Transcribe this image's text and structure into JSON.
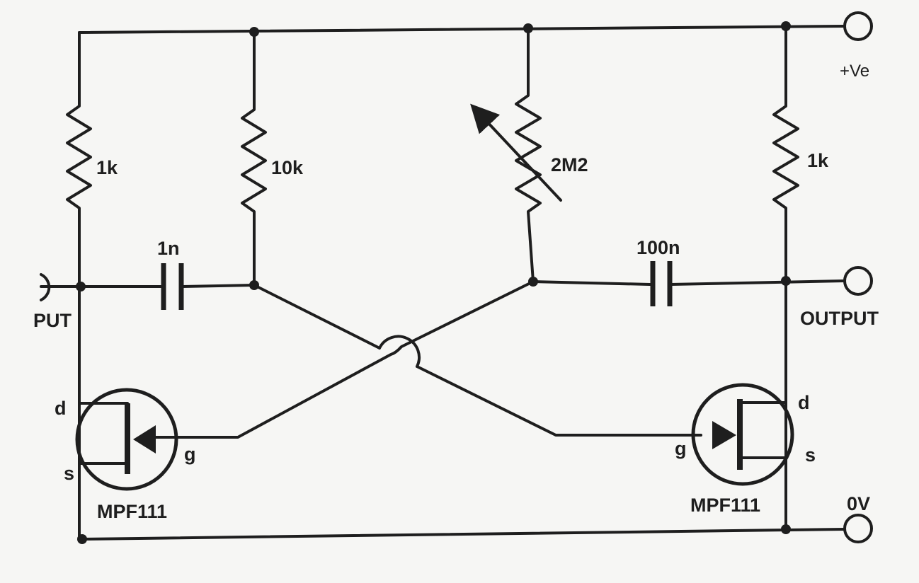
{
  "labels": {
    "r1": "1k",
    "r2": "10k",
    "r3": "2M2",
    "r4": "1k",
    "c1": "1n",
    "c2": "100n",
    "supply": "+Ve",
    "ground": "0V",
    "input": "PUT",
    "output": "OUTPUT",
    "q1_drain": "d",
    "q1_source": "s",
    "q1_gate": "g",
    "q1_part": "MPF111",
    "q2_drain": "d",
    "q2_source": "s",
    "q2_gate": "g",
    "q2_part": "MPF111"
  }
}
